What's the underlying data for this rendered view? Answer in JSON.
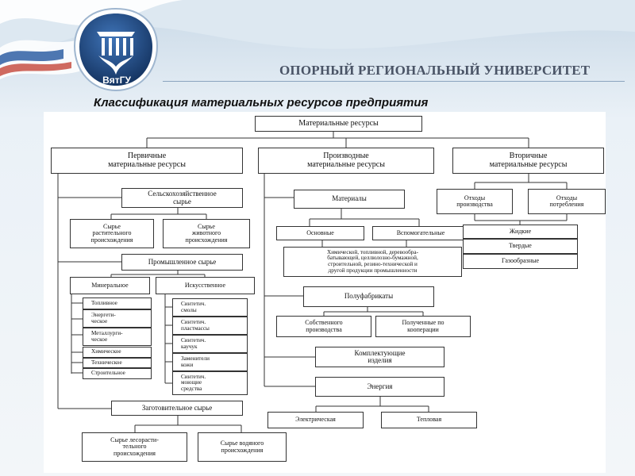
{
  "header": {
    "university": "ОПОРНЫЙ РЕГИОНАЛЬНЫЙ УНИВЕРСИТЕТ",
    "logo_text": "ВятГУ",
    "title": "Классификация материальных ресурсов предприятия"
  },
  "colors": {
    "accent": "#1f4f8a",
    "logo_dark": "#16325f",
    "line": "#333333"
  },
  "diagram": {
    "root": "Материальные ресурсы",
    "primary": {
      "label": "Первичные\nматериальные ресурсы",
      "agri": "Сельскохозяйственное\nсырье",
      "agri_plant": "Сырье\nрастительного\nпроисхождения",
      "agri_animal": "Сырье\nживотного\nпроисхождения",
      "industrial": "Промышленное сырье",
      "mineral": "Минеральное",
      "mineral_items": [
        "Топливное",
        "Энергети-\nческое",
        "Металлурги-\nческое",
        "Химическое",
        "Техническое",
        "Строительное"
      ],
      "artificial": "Искусственное",
      "artificial_items": [
        "Синтетич.\nсмолы",
        "Синтетич.\nпластмассы",
        "Синтетич.\nкаучук",
        "Заменители\nкожи",
        "Синтетич.\nмоющие\nсредства"
      ],
      "procurement": "Заготовительное сырье",
      "forest": "Сырье лесорасти-\nтельного\nпроисхождения",
      "water": "Сырье водяного\nпроисхождения"
    },
    "derived": {
      "label": "Производные\nматериальные ресурсы",
      "materials": "Материалы",
      "basic": "Основные",
      "auxiliary": "Вспомогательные",
      "products_note": "Химической, топливной, деревообра-\nбатывающей, целлюлозно-бумажной,\nстроительной, резино-технической и\nдругой продукции промышленности",
      "semi": "Полуфабрикаты",
      "own": "Собственного\nпроизводства",
      "coop": "Полученные по\nкооперации",
      "components": "Комплектующие\nизделия",
      "energy": "Энергия",
      "electric": "Электрическая",
      "thermal": "Тепловая"
    },
    "secondary": {
      "label": "Вторичные\nматериальные ресурсы",
      "waste_prod": "Отходы\nпроизводства",
      "waste_cons": "Отходы\nпотребления",
      "states": [
        "Жидкие",
        "Твердые",
        "Газообразные"
      ]
    }
  }
}
